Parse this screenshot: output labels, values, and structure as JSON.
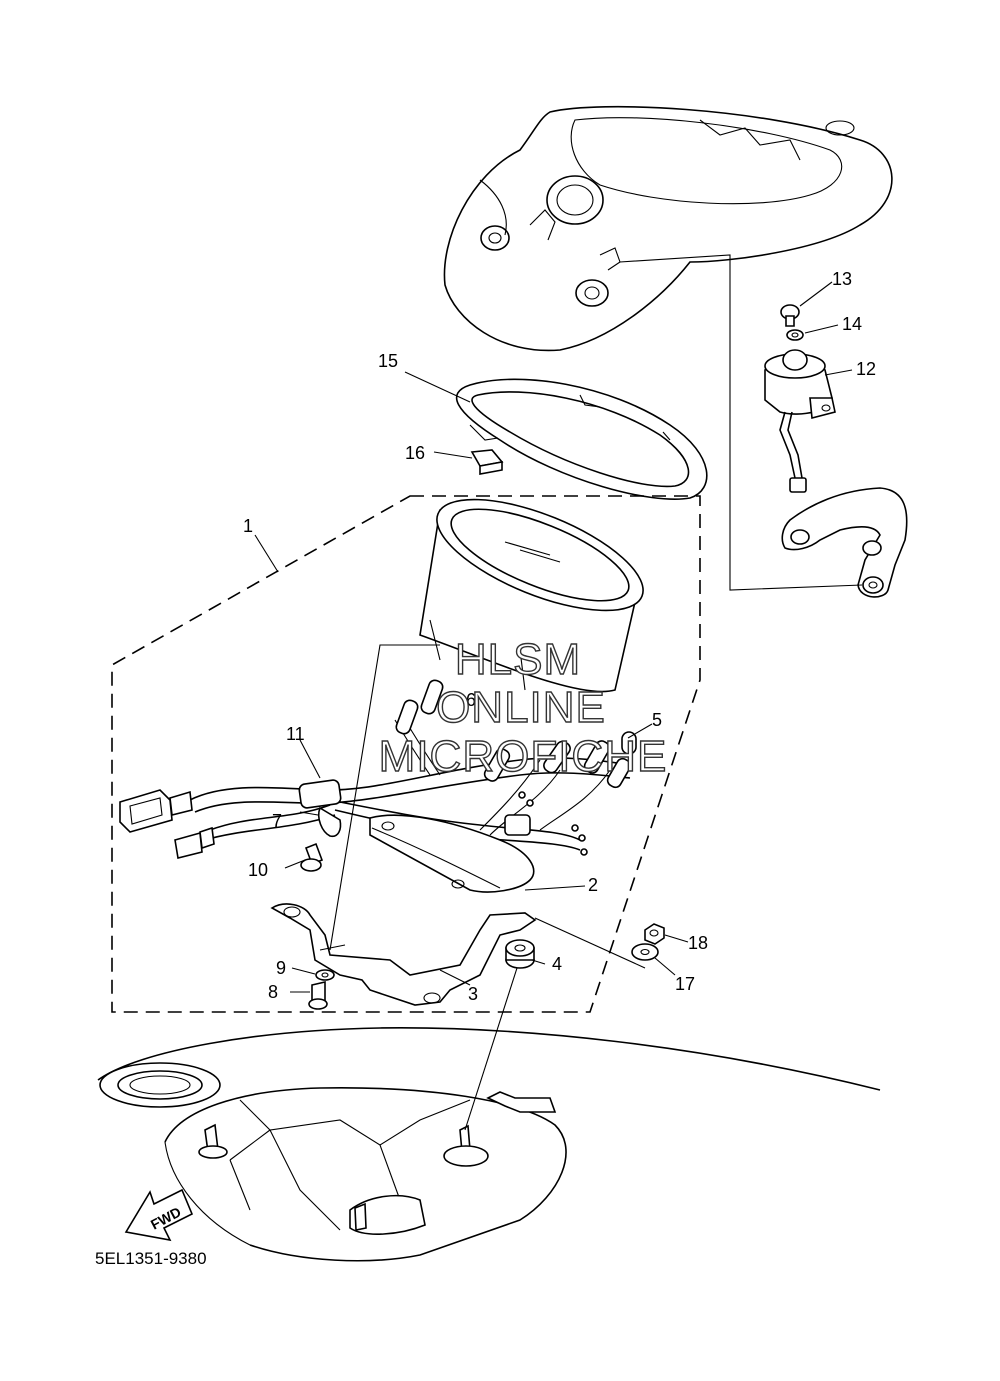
{
  "diagram": {
    "part_code": "5EL1351-9380",
    "fwd_label": "FWD",
    "watermark": [
      "HLSM",
      "ONLINE",
      "MICROFICHE"
    ],
    "callouts": {
      "c1": "1",
      "c2": "2",
      "c3": "3",
      "c4": "4",
      "c5": "5",
      "c6": "6",
      "c7": "7",
      "c8": "8",
      "c9": "9",
      "c10": "10",
      "c11": "11",
      "c12": "12",
      "c13": "13",
      "c14": "14",
      "c15": "15",
      "c16": "16",
      "c17": "17",
      "c18": "18"
    }
  }
}
